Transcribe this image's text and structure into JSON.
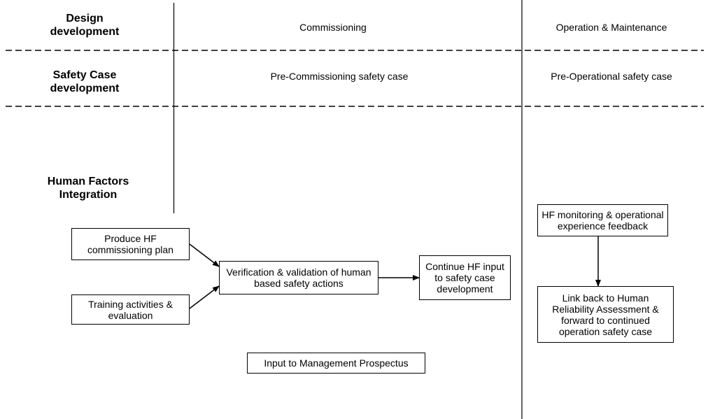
{
  "rows": {
    "design": "Design\ndevelopment",
    "safety_case": "Safety Case\ndevelopment",
    "hf": "Human Factors\nIntegration"
  },
  "columns": {
    "commissioning": "Commissioning",
    "operation": "Operation & Maintenance",
    "pre_commissioning": "Pre-Commissioning safety case",
    "pre_operational": "Pre-Operational safety case"
  },
  "boxes": {
    "produce_plan": "Produce HF\ncommissioning plan",
    "training": "Training activities &\nevaluation",
    "verification": "Verification & validation of human\nbased safety actions",
    "continue_input": "Continue HF input\nto safety case\ndevelopment",
    "management": "Input to Management Prospectus",
    "monitoring": "HF monitoring & operational\nexperience feedback",
    "link_back": "Link back to Human\nReliability Assessment &\nforward to continued\noperation safety case"
  }
}
